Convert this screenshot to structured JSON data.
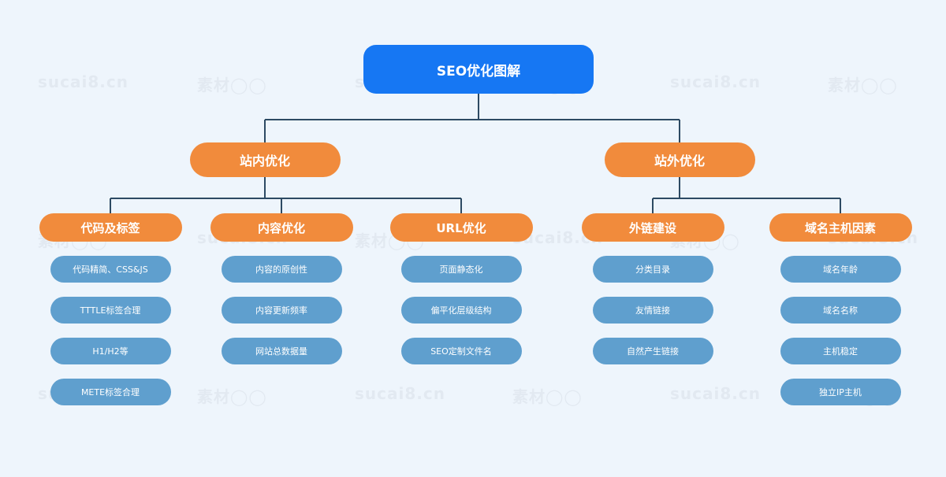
{
  "root": {
    "label": "SEO优化图解"
  },
  "branches": [
    {
      "label": "站内优化",
      "groups": [
        {
          "label": "代码及标签",
          "items": [
            "代码精简、CSS&JS",
            "TTTLE标签合理",
            "H1/H2等",
            "METE标签合理"
          ]
        },
        {
          "label": "内容优化",
          "items": [
            "内容的原创性",
            "内容更新频率",
            "网站总数据量"
          ]
        },
        {
          "label": "URL优化",
          "items": [
            "页面静态化",
            "偏平化层级结构",
            "SEO定制文件名"
          ]
        }
      ]
    },
    {
      "label": "站外优化",
      "groups": [
        {
          "label": "外链建设",
          "items": [
            "分类目录",
            "友情链接",
            "自然产生链接"
          ]
        },
        {
          "label": "域名主机因素",
          "items": [
            "域名年龄",
            "域名名称",
            "主机稳定",
            "独立IP主机"
          ]
        }
      ]
    }
  ],
  "watermarks": [
    "sucai8.cn",
    "素材◯◯"
  ],
  "colors": {
    "background": "#eef5fc",
    "root": "#1677f3",
    "category": "#f18b3c",
    "leaf": "#5f9fce",
    "connector": "#2d4a63"
  }
}
